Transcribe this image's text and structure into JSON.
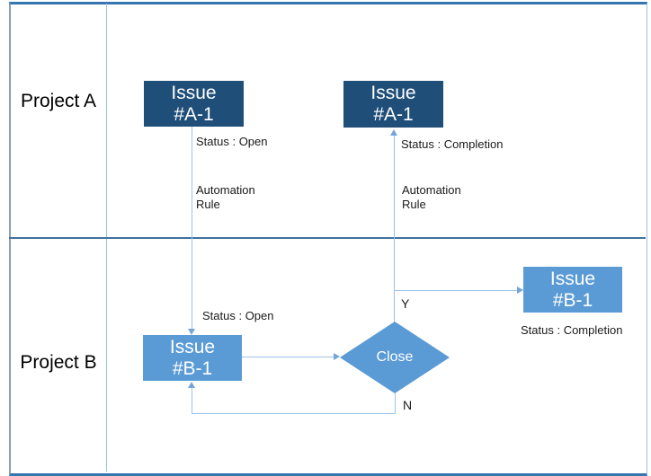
{
  "rows": [
    {
      "label": "Project A"
    },
    {
      "label": "Project B"
    }
  ],
  "nodes": {
    "a1_open": {
      "title": "Issue",
      "id": "#A-1"
    },
    "a1_done": {
      "title": "Issue",
      "id": "#A-1"
    },
    "b1_open": {
      "title": "Issue",
      "id": "#B-1"
    },
    "b1_done": {
      "title": "Issue",
      "id": "#B-1"
    },
    "decision": {
      "label": "Close"
    }
  },
  "labels": {
    "a1_status": "Status : Open",
    "a1_rule": "Automation\nRule",
    "a2_status": "Status : Completion",
    "a2_rule": "Automation\nRule",
    "b1_status": "Status : Open",
    "b2_status": "Status : Completion",
    "branch_yes": "Y",
    "branch_no": "N"
  },
  "colors": {
    "dark_node": "#1F4E79",
    "light_node": "#5B9BD5",
    "connector": "#9DC3E6",
    "arrowhead": "#74A5D8",
    "frame_accent": "#3575B0",
    "row_divider": "#41719C",
    "cell_divider": "#9DC3E6",
    "left_border": "#8C9EB0",
    "node_text": "#FFFFFF",
    "label_text": "#1A1A1A"
  }
}
